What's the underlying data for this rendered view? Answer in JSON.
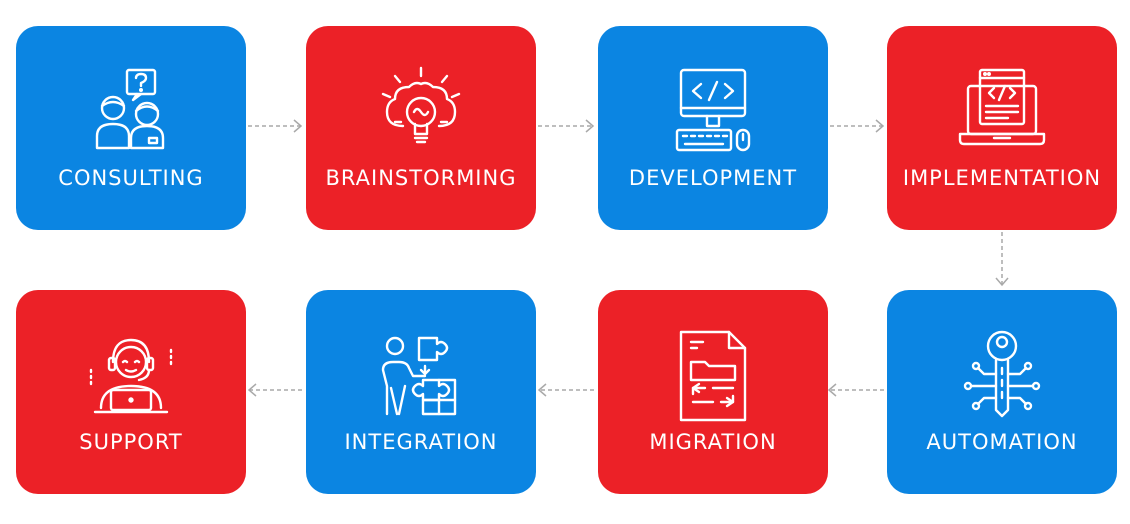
{
  "colors": {
    "blue": "#0b85e2",
    "red": "#ec2127",
    "connector": "#a9a9a9",
    "icon_stroke": "#ffffff"
  },
  "steps": [
    {
      "label": "CONSULTING",
      "color": "blue",
      "icon": "consulting-people-question-icon"
    },
    {
      "label": "BRAINSTORMING",
      "color": "red",
      "icon": "brain-lightbulb-icon"
    },
    {
      "label": "DEVELOPMENT",
      "color": "blue",
      "icon": "computer-code-icon"
    },
    {
      "label": "IMPLEMENTATION",
      "color": "red",
      "icon": "laptop-code-icon"
    },
    {
      "label": "AUTOMATION",
      "color": "blue",
      "icon": "key-circuit-icon"
    },
    {
      "label": "MIGRATION",
      "color": "red",
      "icon": "document-folder-transfer-icon"
    },
    {
      "label": "INTEGRATION",
      "color": "blue",
      "icon": "person-puzzle-icon"
    },
    {
      "label": "SUPPORT",
      "color": "red",
      "icon": "support-agent-laptop-icon"
    }
  ]
}
